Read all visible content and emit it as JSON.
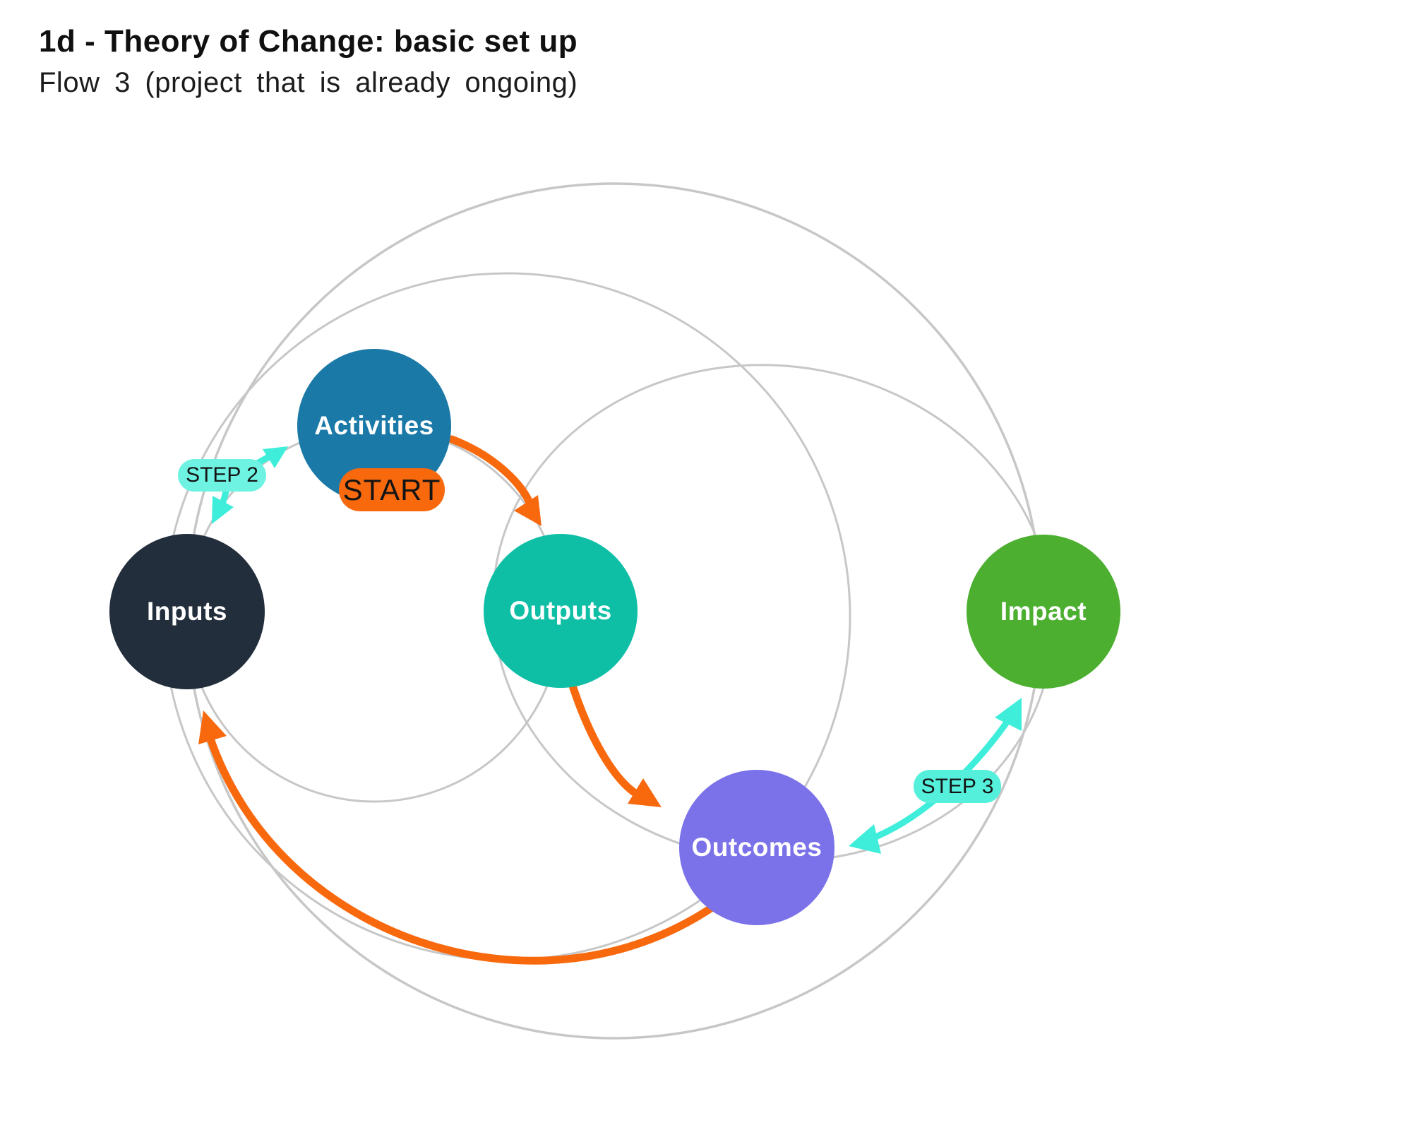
{
  "header": {
    "title": "1d - Theory of Change: basic set up",
    "subtitle": "Flow 3 (project that is already ongoing)"
  },
  "nodes": [
    {
      "id": "activities",
      "label": "Activities",
      "color": "#1a79a7"
    },
    {
      "id": "inputs",
      "label": "Inputs",
      "color": "#232e3c"
    },
    {
      "id": "outputs",
      "label": "Outputs",
      "color": "#0fbfa5"
    },
    {
      "id": "impact",
      "label": "Impact",
      "color": "#4caf30"
    },
    {
      "id": "outcomes",
      "label": "Outcomes",
      "color": "#7b72e9"
    }
  ],
  "badges": [
    {
      "id": "start",
      "label": "START",
      "color": "#f8690e",
      "text_color": "#141414"
    },
    {
      "id": "step2",
      "label": "STEP 2",
      "color": "#6ef3e2",
      "text_color": "#141414"
    },
    {
      "id": "step3",
      "label": "STEP 3",
      "color": "#55f0dc",
      "text_color": "#141414"
    }
  ],
  "connectors": {
    "flow_color": "#f8690e",
    "step_color": "#3feeda",
    "guide_color": "#c7c7c7"
  }
}
